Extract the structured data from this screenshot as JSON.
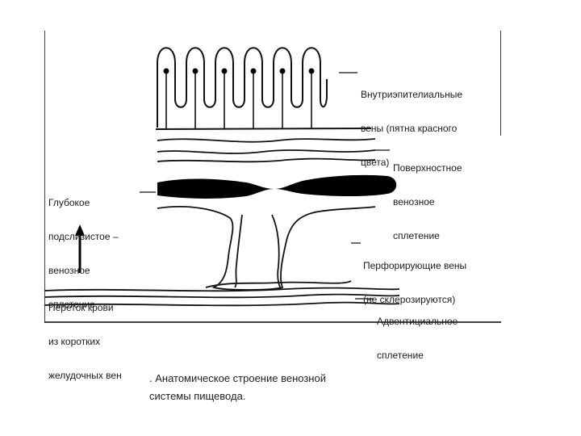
{
  "labels": {
    "intraepithelial": [
      "Внутриэпителиальные",
      "вены (пятна красного",
      "цвета)"
    ],
    "superficial": [
      "Поверхностное",
      "венозное",
      "сплетение"
    ],
    "deep": [
      "Глубокое",
      "подслизистое –",
      "венозное",
      "сплетение"
    ],
    "perforating": [
      "Перфорирующие вены",
      "(не склерозируются)"
    ],
    "flow": [
      "Переток крови",
      "из коротких",
      "желудочных вен"
    ],
    "adventitial": [
      "Адвентициальное",
      "сплетение"
    ]
  },
  "caption": [
    ". Анатомическое строение венозной",
    "системы пищевода."
  ]
}
